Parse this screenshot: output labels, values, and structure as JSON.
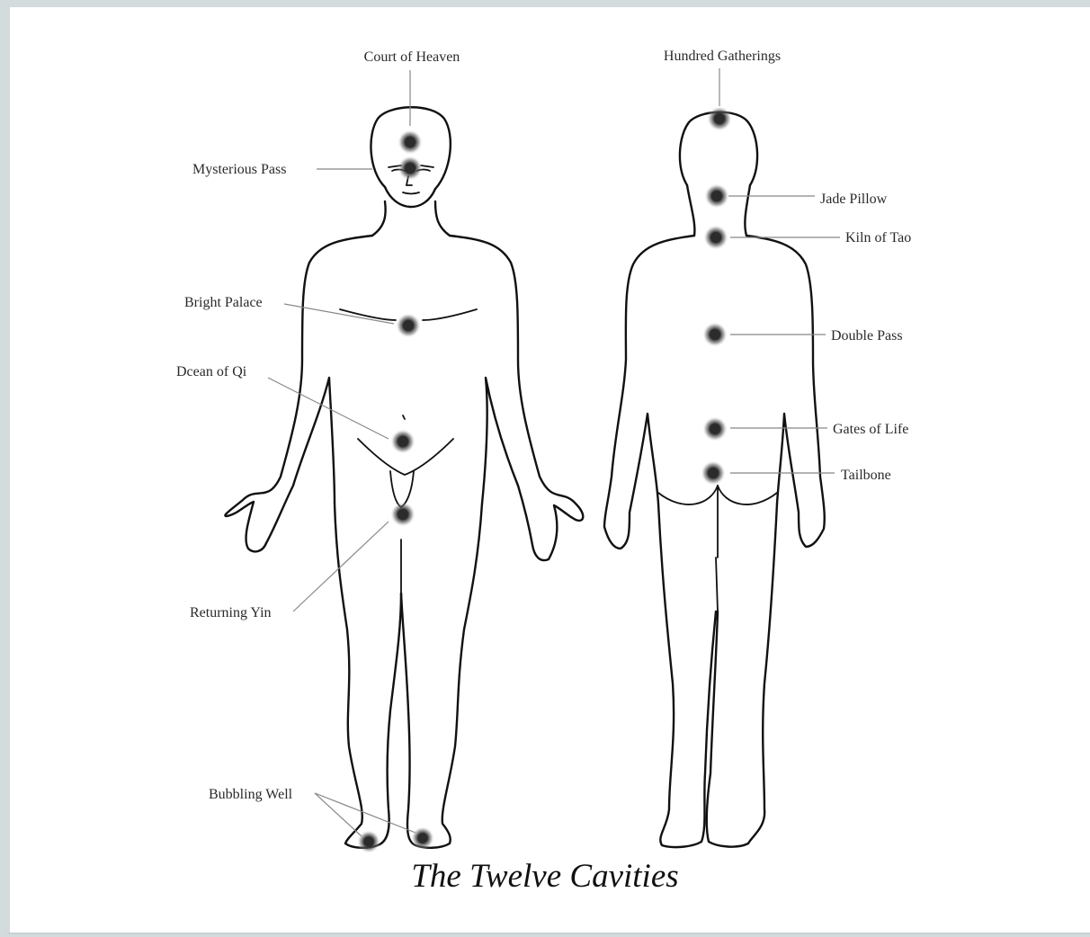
{
  "caption": "The Twelve Cavities",
  "dot_color": "#2b2b2b",
  "points": [
    {
      "id": "court-of-heaven",
      "label": "Court of Heaven",
      "side": "front"
    },
    {
      "id": "mysterious-pass",
      "label": "Mysterious Pass",
      "side": "front"
    },
    {
      "id": "bright-palace",
      "label": "Bright Palace",
      "side": "front"
    },
    {
      "id": "ocean-of-qi",
      "label": "Dcean of Qi",
      "side": "front"
    },
    {
      "id": "returning-yin",
      "label": "Returning Yin",
      "side": "front"
    },
    {
      "id": "bubbling-well",
      "label": "Bubbling Well",
      "side": "front"
    },
    {
      "id": "hundred-gatherings",
      "label": "Hundred Gatherings",
      "side": "back"
    },
    {
      "id": "jade-pillow",
      "label": "Jade Pillow",
      "side": "back"
    },
    {
      "id": "kiln-of-tao",
      "label": "Kiln of Tao",
      "side": "back"
    },
    {
      "id": "double-pass",
      "label": "Double Pass",
      "side": "back"
    },
    {
      "id": "gates-of-life",
      "label": "Gates of Life",
      "side": "back"
    },
    {
      "id": "tailbone",
      "label": "Tailbone",
      "side": "back"
    }
  ]
}
